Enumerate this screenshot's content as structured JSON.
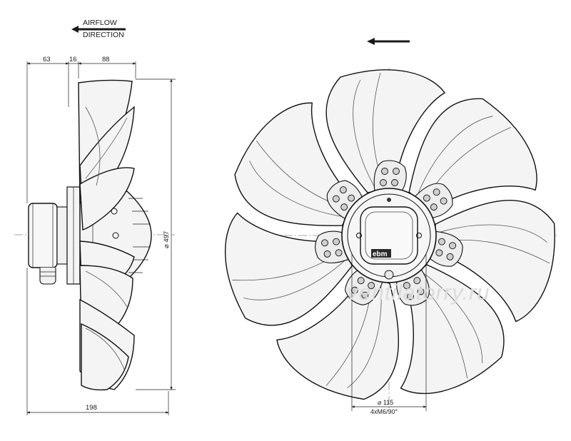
{
  "airflow": {
    "line1": "AIRFLOW",
    "line2": "DIRECTION"
  },
  "side_view": {
    "dims": {
      "d63": "63",
      "d16": "16",
      "d88": "88",
      "d198": "198",
      "d497": "⌀ 497"
    }
  },
  "front_view": {
    "hub_dims": {
      "dia": "⌀ 115",
      "bolts": "4xM6/90°"
    },
    "nameplate": "ebm",
    "rotation_icon": "rotation-arrow-icon",
    "blade_count": 7
  },
  "watermark": "ventilatorry.ru",
  "colors": {
    "line": "#1a1a1a",
    "blade_fill": "#f4f4f4",
    "centerline": "#8a8a8a",
    "watermark": "#dcdcdc"
  }
}
